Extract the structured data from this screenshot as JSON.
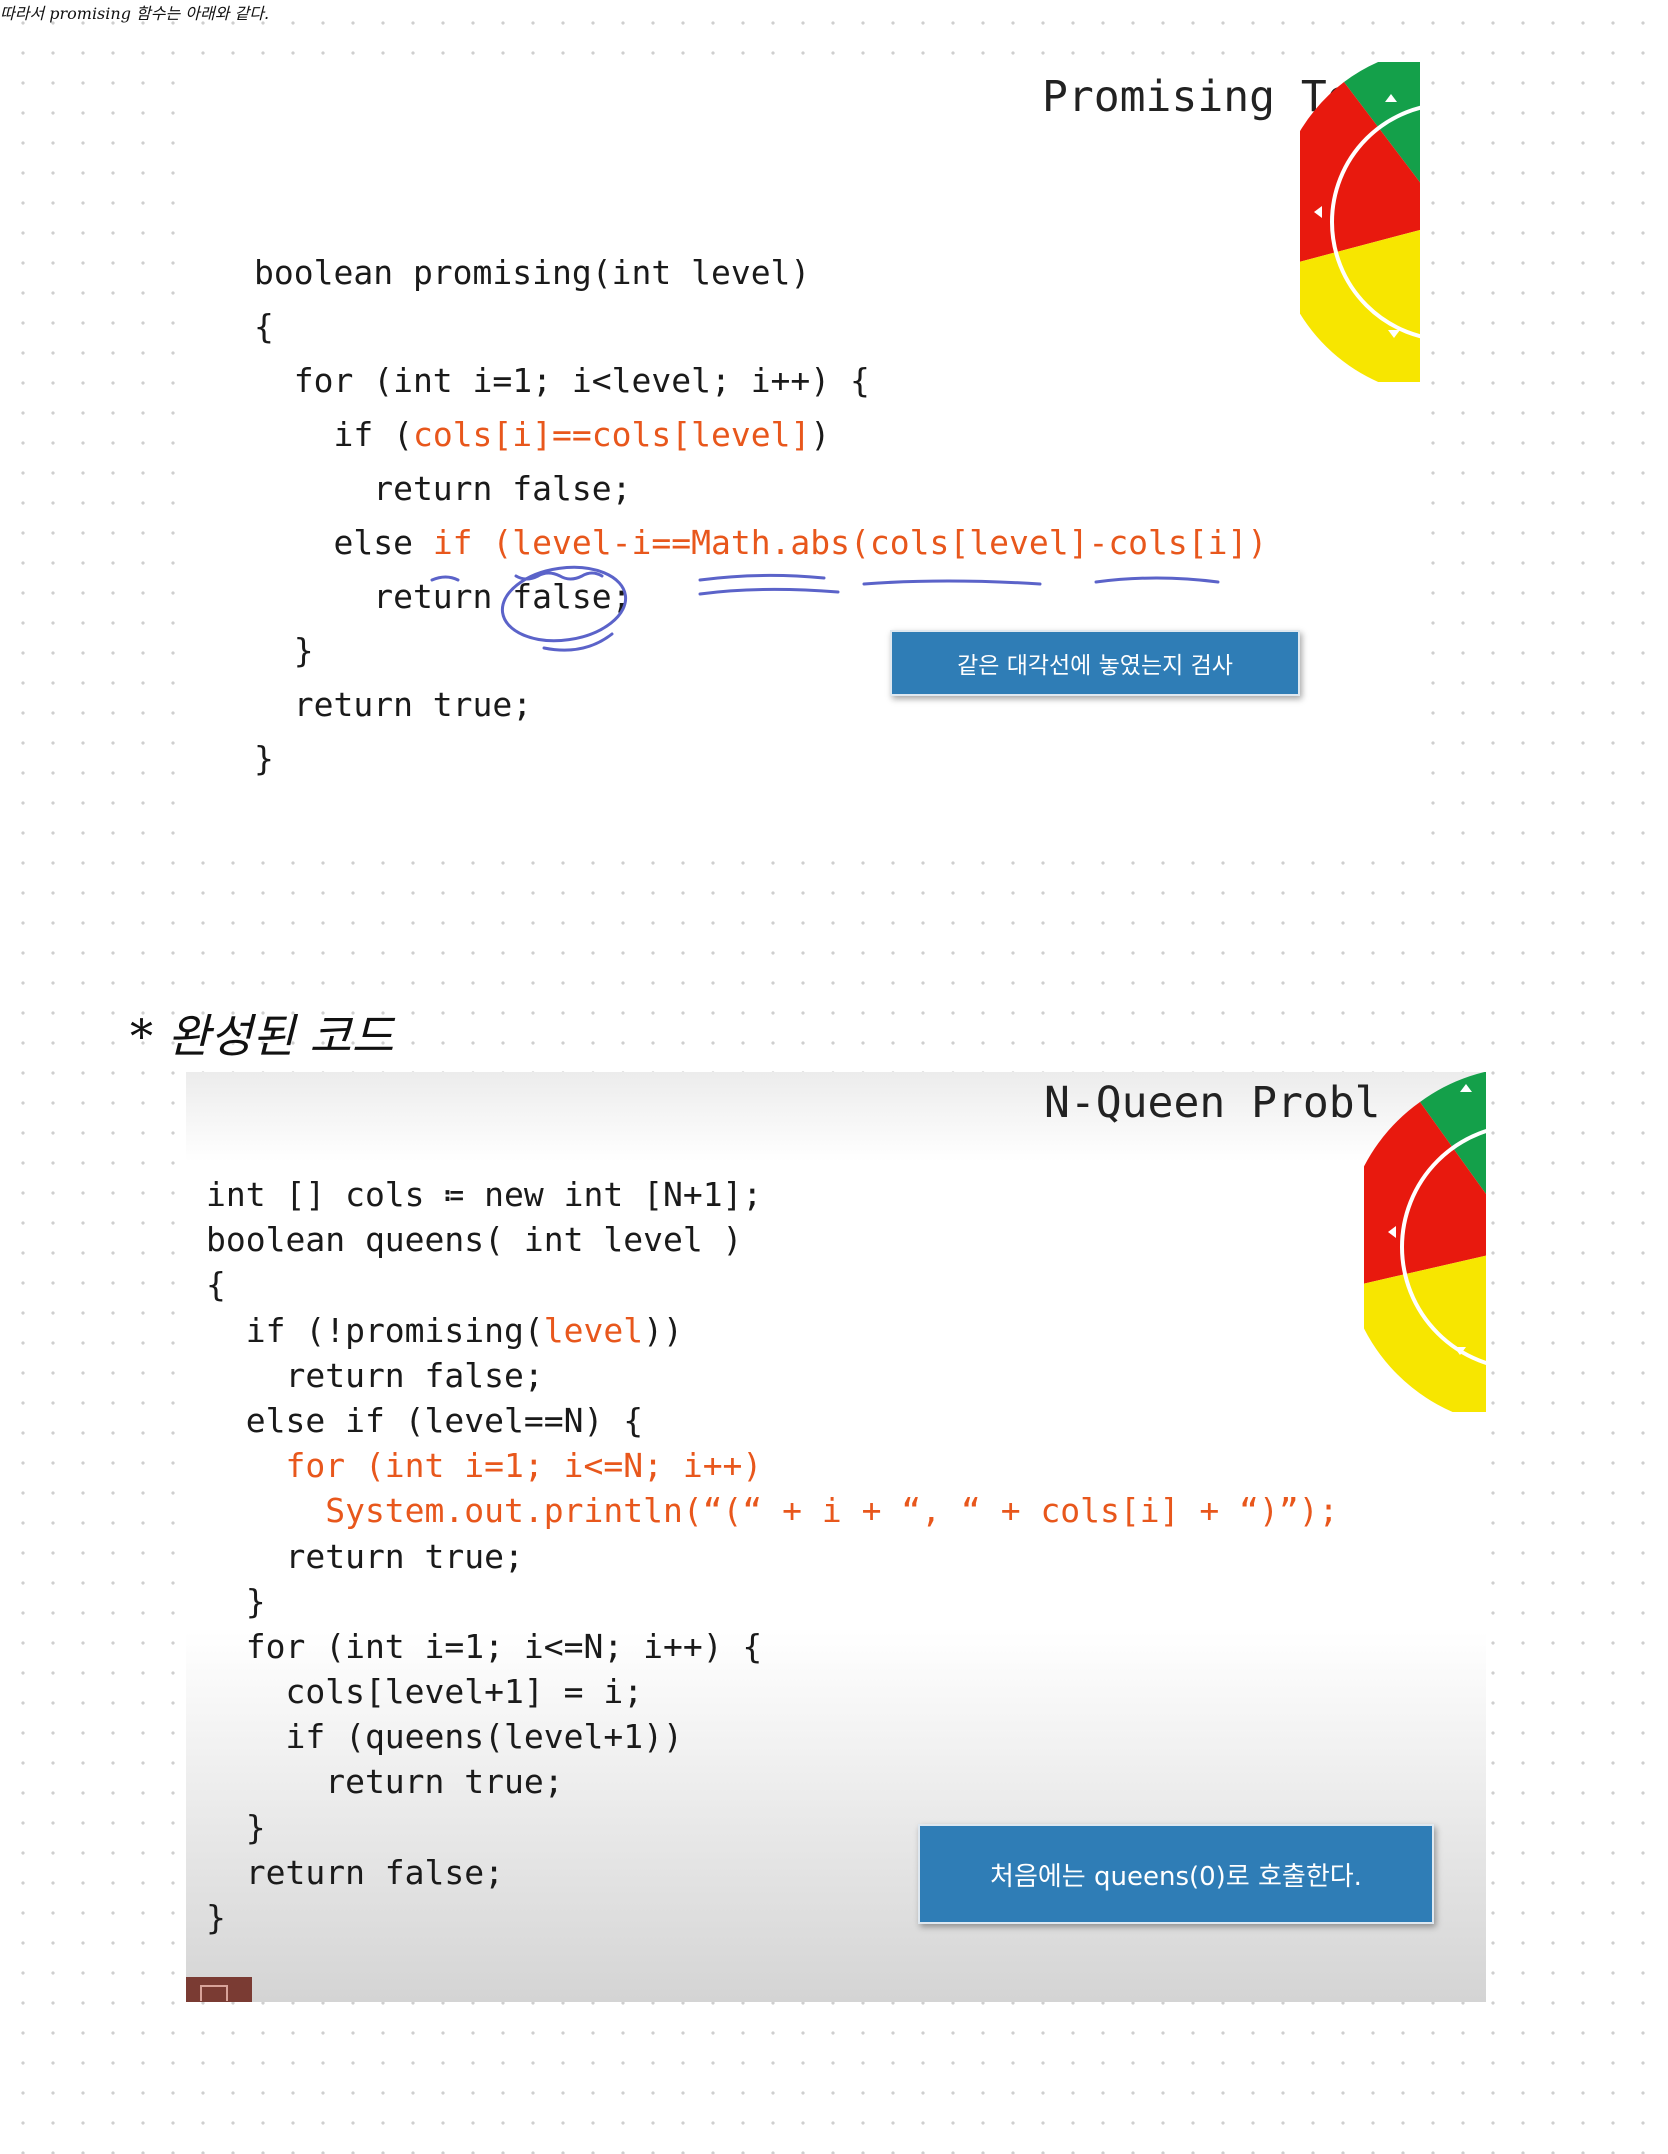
{
  "notes": {
    "intro": "따라서 promising 함수는 아래와 같다.",
    "complete_code": "* 완성된 코드"
  },
  "slide1": {
    "title": "Promising Te",
    "tooltip": "같은 대각선에 놓였는지 검사",
    "code": [
      [
        {
          "t": "boolean promising(int level)"
        }
      ],
      [
        {
          "t": "{"
        }
      ],
      [
        {
          "t": "  for (int i=1; i<level; i++) {"
        }
      ],
      [
        {
          "t": "    if ("
        },
        {
          "t": "cols[i]==cols[level]",
          "h": true
        },
        {
          "t": ")"
        }
      ],
      [
        {
          "t": "      return false;"
        }
      ],
      [
        {
          "t": "    else "
        },
        {
          "t": "if (level-i==Math.abs(cols[level]-cols[i])",
          "h": true
        }
      ],
      [
        {
          "t": "      return false;"
        }
      ],
      [
        {
          "t": "  }"
        }
      ],
      [
        {
          "t": "  return true;"
        }
      ],
      [
        {
          "t": "}"
        }
      ]
    ]
  },
  "slide2": {
    "title": "N-Queen Probl",
    "tooltip": "처음에는 queens(0)로 호출한다.",
    "code": [
      [
        {
          "t": "int [] cols ≔ new int [N+1];"
        }
      ],
      [
        {
          "t": "boolean queens( int level )"
        }
      ],
      [
        {
          "t": "{"
        }
      ],
      [
        {
          "t": "  if (!promising("
        },
        {
          "t": "level",
          "h": true
        },
        {
          "t": "))"
        }
      ],
      [
        {
          "t": "    return false;"
        }
      ],
      [
        {
          "t": "  else if (level==N) {"
        }
      ],
      [
        {
          "t": "    for (int i=1; i<=N; i++)",
          "h": true
        }
      ],
      [
        {
          "t": "      System.out.println(“(“ + i + “, “ + cols[i] + “)”);",
          "h": true
        }
      ],
      [
        {
          "t": "    return true;"
        }
      ],
      [
        {
          "t": "  }"
        }
      ],
      [
        {
          "t": "  for (int i=1; i<=N; i++) {"
        }
      ],
      [
        {
          "t": "    cols[level+1] = i;"
        }
      ],
      [
        {
          "t": "    if (queens(level+1))"
        }
      ],
      [
        {
          "t": "      return true;"
        }
      ],
      [
        {
          "t": "  }"
        }
      ],
      [
        {
          "t": "  return false;"
        }
      ],
      [
        {
          "t": "}"
        }
      ]
    ]
  },
  "colors": {
    "highlight": "#e8571c",
    "tooltip_bg": "#2f7db6",
    "annotation_ink": "#5b63c9",
    "wheel_green": "#14a04a",
    "wheel_red": "#e8190e",
    "wheel_yellow": "#f7e600"
  },
  "icons": [
    "nav-wheel-icon",
    "slide-menu-icon"
  ]
}
